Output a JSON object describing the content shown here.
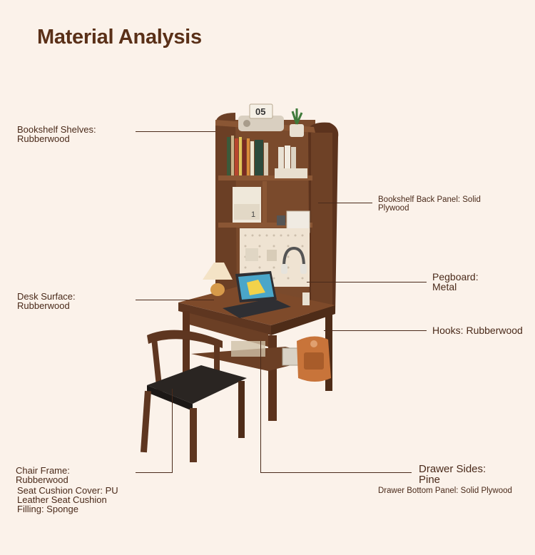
{
  "title": "Material Analysis",
  "labels": {
    "bookshelf_shelves": [
      "Bookshelf Shelves:",
      "Rubberwood"
    ],
    "bookshelf_back_panel": [
      "Bookshelf Back Panel: Solid",
      "Plywood"
    ],
    "pegboard": [
      "Pegboard:",
      "Metal"
    ],
    "desk_surface": [
      "Desk Surface:",
      "Rubberwood"
    ],
    "hooks": "Hooks: Rubberwood",
    "chair_frame": [
      "Chair Frame:",
      "Rubberwood"
    ],
    "seat_cushion": [
      "Seat Cushion Cover: PU",
      "Leather Seat Cushion",
      "Filling: Sponge"
    ],
    "drawer_sides": [
      "Drawer Sides:",
      "Pine"
    ],
    "drawer_bottom": "Drawer Bottom Panel: Solid Plywood"
  },
  "calendar": {
    "day": "05"
  },
  "book_spine_text": "1",
  "colors": {
    "background": "#fbf2ea",
    "text": "#4a2a1a",
    "title": "#5a3018",
    "wood": "#6b3f25",
    "wood_light": "#8a5634",
    "pegboard": "#efe3d2",
    "cushion": "#2a2522"
  }
}
